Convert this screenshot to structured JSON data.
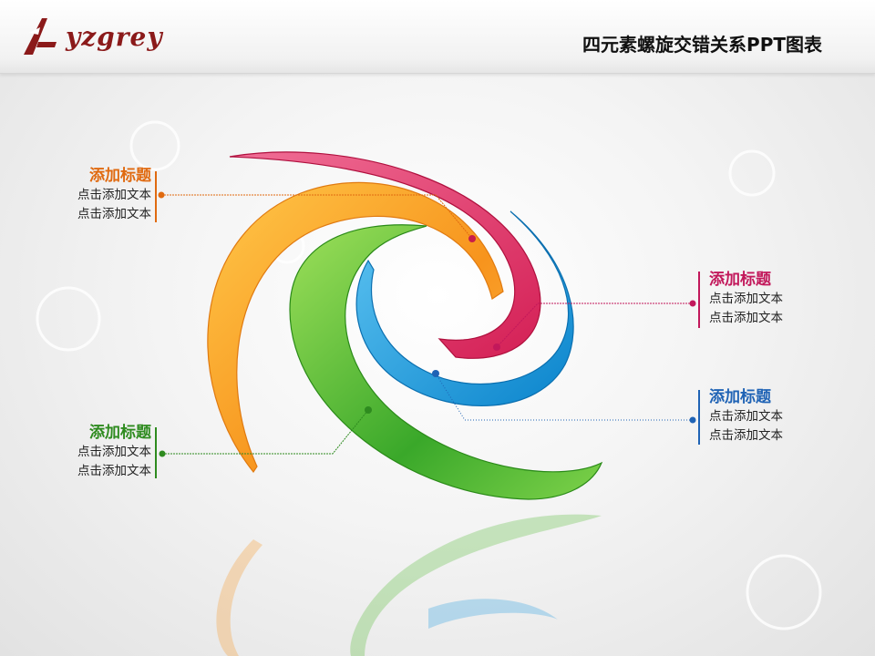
{
  "header": {
    "logo_text": "yzgrey",
    "title": "四元素螺旋交错关系PPT图表"
  },
  "labels": [
    {
      "title": "添加标题",
      "line1": "点击添加文本",
      "line2": "点击添加文本",
      "color": "#e06a10"
    },
    {
      "title": "添加标题",
      "line1": "点击添加文本",
      "line2": "点击添加文本",
      "color": "#c2185b"
    },
    {
      "title": "添加标题",
      "line1": "点击添加文本",
      "line2": "点击添加文本",
      "color": "#1f63b5"
    },
    {
      "title": "添加标题",
      "line1": "点击添加文本",
      "line2": "点击添加文本",
      "color": "#2e8b1f"
    }
  ],
  "colors": {
    "orange": "#f7941d",
    "pink": "#e0336b",
    "blue": "#1f9ae0",
    "green": "#4cb82a",
    "brand": "#8b1a1a"
  }
}
